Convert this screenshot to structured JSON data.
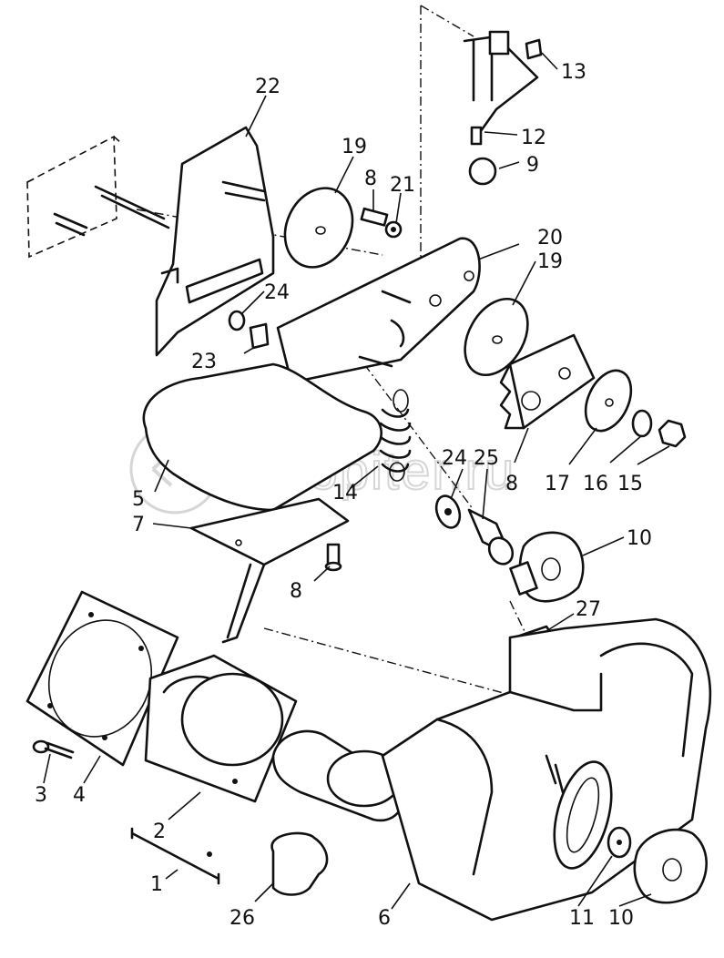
{
  "watermark": "autopiter.ru",
  "callouts": [
    "22",
    "19",
    "8",
    "21",
    "13",
    "12",
    "9",
    "20",
    "19",
    "24",
    "23",
    "8",
    "17",
    "16",
    "15",
    "5",
    "14",
    "24",
    "25",
    "7",
    "10",
    "8",
    "27",
    "3",
    "4",
    "2",
    "1",
    "26",
    "6",
    "11",
    "10"
  ]
}
